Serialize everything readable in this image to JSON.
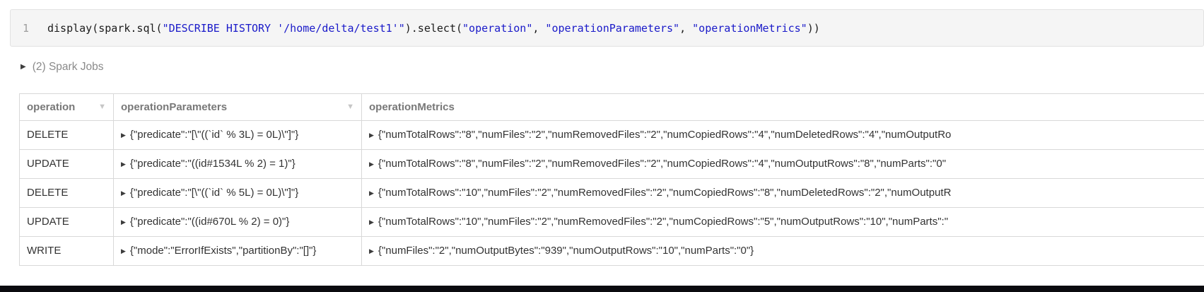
{
  "colors": {
    "string_literal": "#1a1ac9",
    "code_background": "#f5f5f5",
    "header_text": "#787878",
    "cell_text": "#333333",
    "table_border": "#d8d8d8"
  },
  "code_cell": {
    "line_number": "1",
    "tokens": [
      {
        "text": "display(spark.sql(",
        "type": "plain"
      },
      {
        "text": "\"DESCRIBE HISTORY '/home/delta/test1'\"",
        "type": "string"
      },
      {
        "text": ").select(",
        "type": "plain"
      },
      {
        "text": "\"operation\"",
        "type": "string"
      },
      {
        "text": ", ",
        "type": "plain"
      },
      {
        "text": "\"operationParameters\"",
        "type": "string"
      },
      {
        "text": ", ",
        "type": "plain"
      },
      {
        "text": "\"operationMetrics\"",
        "type": "string"
      },
      {
        "text": "))",
        "type": "plain"
      }
    ]
  },
  "spark_jobs": {
    "label": "(2) Spark Jobs",
    "expander_icon": "collapsed-triangle"
  },
  "results_table": {
    "columns": [
      {
        "label": "operation",
        "sort_icon": "down-triangle"
      },
      {
        "label": "operationParameters",
        "sort_icon": "down-triangle"
      },
      {
        "label": "operationMetrics",
        "sort_icon": ""
      }
    ],
    "rows": [
      {
        "operation": "DELETE",
        "operationParameters": "{\"predicate\":\"[\\\"((`id` % 3L) = 0L)\\\"]\"}",
        "operationMetrics": "{\"numTotalRows\":\"8\",\"numFiles\":\"2\",\"numRemovedFiles\":\"2\",\"numCopiedRows\":\"4\",\"numDeletedRows\":\"4\",\"numOutputRo"
      },
      {
        "operation": "UPDATE",
        "operationParameters": "{\"predicate\":\"((id#1534L % 2) = 1)\"}",
        "operationMetrics": "{\"numTotalRows\":\"8\",\"numFiles\":\"2\",\"numRemovedFiles\":\"2\",\"numCopiedRows\":\"4\",\"numOutputRows\":\"8\",\"numParts\":\"0\""
      },
      {
        "operation": "DELETE",
        "operationParameters": "{\"predicate\":\"[\\\"((`id` % 5L) = 0L)\\\"]\"}",
        "operationMetrics": "{\"numTotalRows\":\"10\",\"numFiles\":\"2\",\"numRemovedFiles\":\"2\",\"numCopiedRows\":\"8\",\"numDeletedRows\":\"2\",\"numOutputR"
      },
      {
        "operation": "UPDATE",
        "operationParameters": "{\"predicate\":\"((id#670L % 2) = 0)\"}",
        "operationMetrics": "{\"numTotalRows\":\"10\",\"numFiles\":\"2\",\"numRemovedFiles\":\"2\",\"numCopiedRows\":\"5\",\"numOutputRows\":\"10\",\"numParts\":\""
      },
      {
        "operation": "WRITE",
        "operationParameters": "{\"mode\":\"ErrorIfExists\",\"partitionBy\":\"[]\"}",
        "operationMetrics": "{\"numFiles\":\"2\",\"numOutputBytes\":\"939\",\"numOutputRows\":\"10\",\"numParts\":\"0\"}"
      }
    ]
  }
}
